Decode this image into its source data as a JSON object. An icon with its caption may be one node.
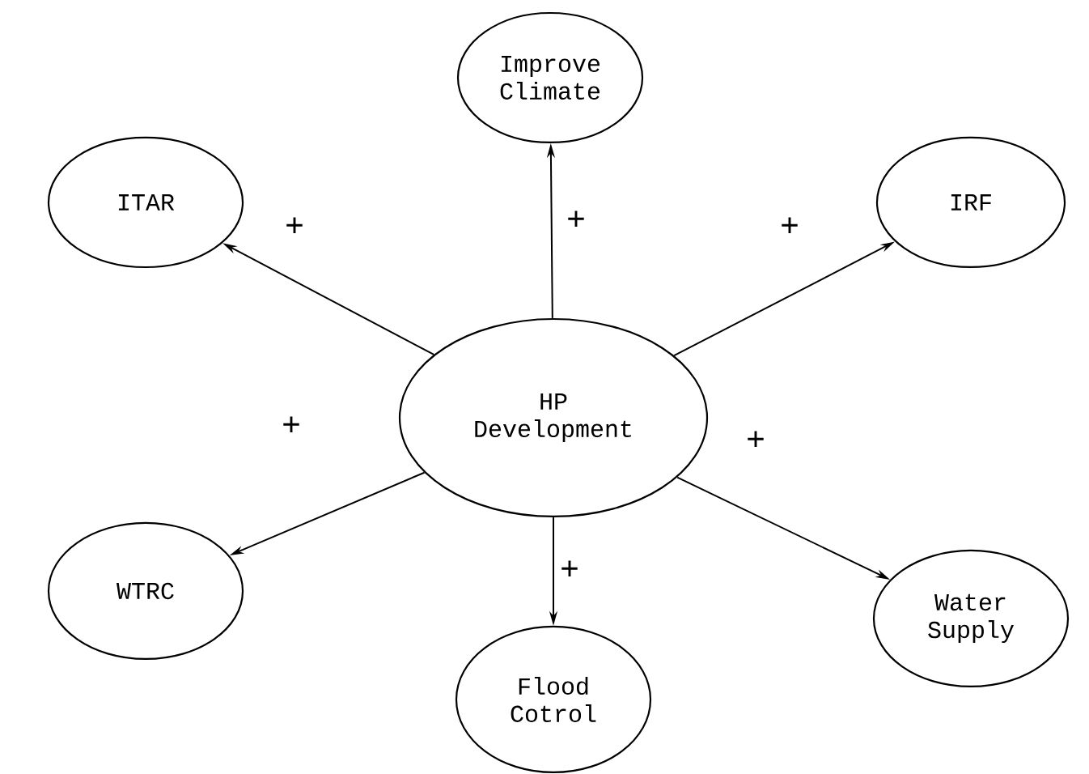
{
  "diagram": {
    "nodes": [
      {
        "text": [
          "HP Development"
        ]
      },
      {
        "text": [
          "Improve Climate"
        ]
      },
      {
        "text": [
          "ITAR"
        ]
      },
      {
        "text": [
          "IRF"
        ]
      },
      {
        "text": [
          "WTRC"
        ]
      },
      {
        "text": [
          "Water Supply"
        ]
      },
      {
        "text": [
          "Flood Cotrol"
        ]
      }
    ],
    "edges": [
      {
        "from": 0,
        "to": 1,
        "arrow": "to",
        "label": "+"
      },
      {
        "from": 0,
        "to": 2,
        "arrow": "to",
        "label": "+"
      },
      {
        "from": 0,
        "to": 3,
        "arrow": "to",
        "label": "+"
      },
      {
        "from": 0,
        "to": 4,
        "arrow": "to",
        "label": "+"
      },
      {
        "from": 0,
        "to": 5,
        "arrow": "to",
        "label": "+"
      },
      {
        "from": 0,
        "to": 6,
        "arrow": "to",
        "label": "+"
      }
    ]
  }
}
